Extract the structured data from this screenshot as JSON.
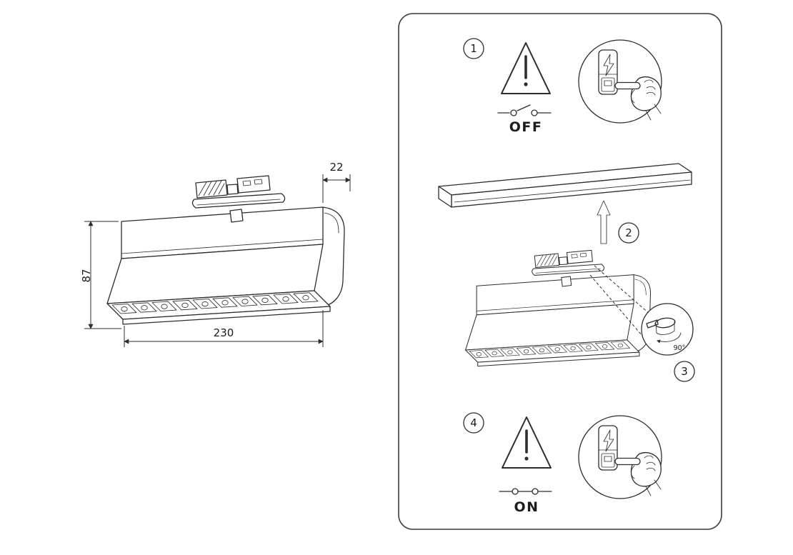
{
  "figure": {
    "dimensions": {
      "width": "230",
      "height": "87",
      "depth": "22"
    },
    "steps": {
      "s1": {
        "num": "1",
        "state": "OFF"
      },
      "s2": {
        "num": "2"
      },
      "s3": {
        "num": "3",
        "angle": "90°"
      },
      "s4": {
        "num": "4",
        "state": "ON"
      }
    }
  }
}
